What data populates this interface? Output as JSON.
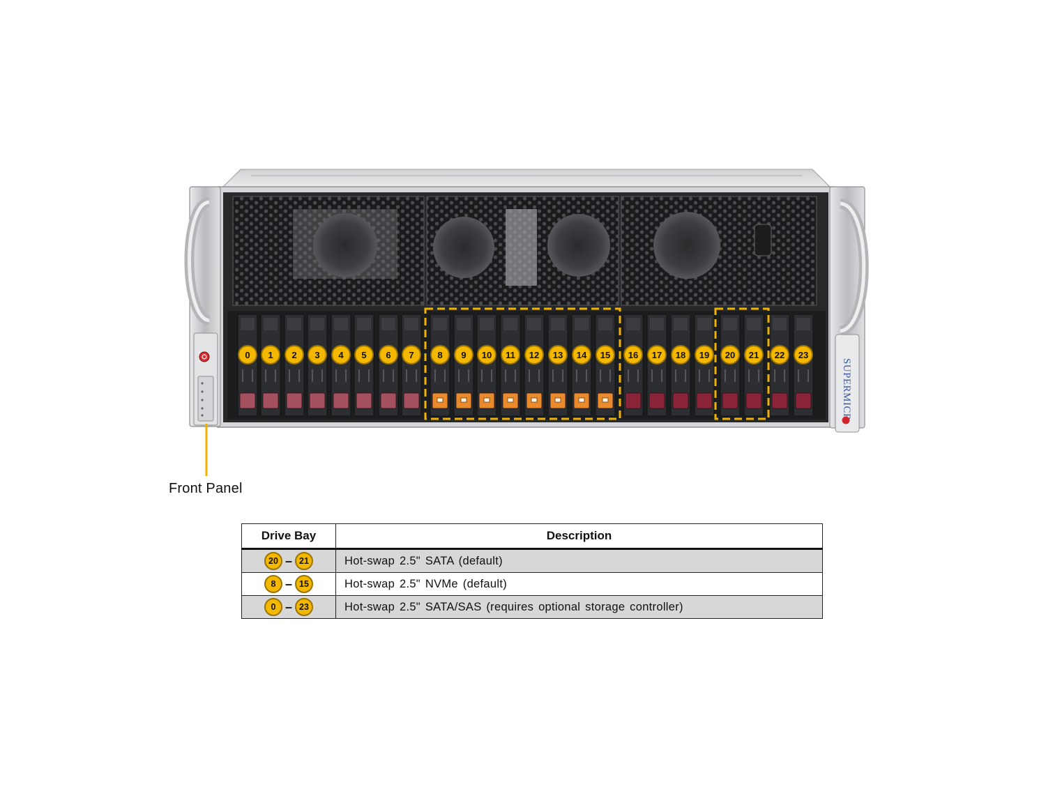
{
  "front_panel_label": "Front Panel",
  "brand_text": "SUPERMICR",
  "drive_bays": [
    "0",
    "1",
    "2",
    "3",
    "4",
    "5",
    "6",
    "7",
    "8",
    "9",
    "10",
    "11",
    "12",
    "13",
    "14",
    "15",
    "16",
    "17",
    "18",
    "19",
    "20",
    "21",
    "22",
    "23"
  ],
  "bay_groups": [
    {
      "bays": [
        "0",
        "1",
        "2",
        "3",
        "4",
        "5",
        "6",
        "7"
      ],
      "tray": "sas"
    },
    {
      "bays": [
        "8",
        "9",
        "10",
        "11",
        "12",
        "13",
        "14",
        "15"
      ],
      "tray": "nvme",
      "highlighted": true
    },
    {
      "bays": [
        "16",
        "17",
        "18",
        "19"
      ],
      "tray": "sata"
    },
    {
      "bays": [
        "20",
        "21"
      ],
      "tray": "sata",
      "highlighted": true
    },
    {
      "bays": [
        "22",
        "23"
      ],
      "tray": "sata"
    }
  ],
  "table": {
    "headers": {
      "drive_bay": "Drive Bay",
      "description": "Description"
    },
    "rows": [
      {
        "from": "20",
        "to": "21",
        "description": "Hot-swap 2.5\" SATA (default)"
      },
      {
        "from": "8",
        "to": "15",
        "description": "Hot-swap 2.5\" NVMe (default)"
      },
      {
        "from": "0",
        "to": "23",
        "description": "Hot-swap 2.5\" SATA/SAS (requires optional storage controller)"
      }
    ]
  },
  "colors": {
    "badge": "#f5b800",
    "highlight_dash": "#f0b400",
    "nvme_latch": "#e98a2c",
    "sas_latch": "#a4505e",
    "sata_latch": "#8a2438",
    "chassis_metal": "#c9cbce",
    "brand_dot": "#d0262c"
  }
}
